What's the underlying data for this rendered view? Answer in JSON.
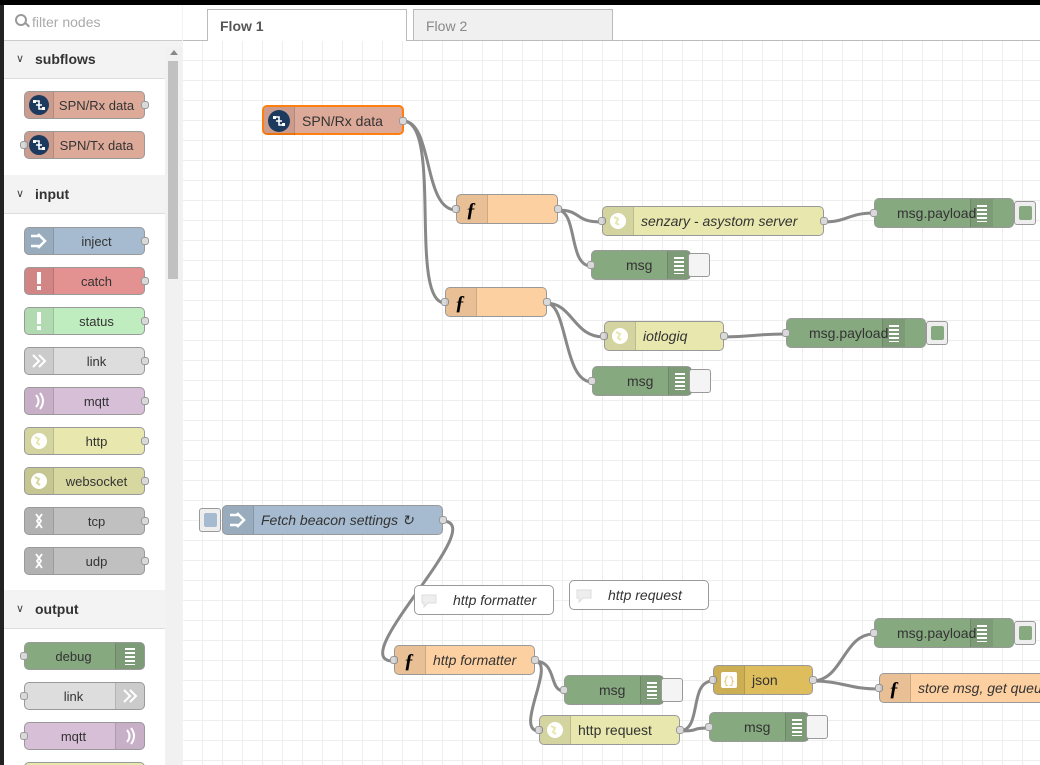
{
  "palette": {
    "filter_placeholder": "filter nodes",
    "categories": [
      {
        "title": "subflows",
        "nodes": [
          "SPN/Rx data",
          "SPN/Tx data"
        ]
      },
      {
        "title": "input",
        "nodes": [
          "inject",
          "catch",
          "status",
          "link",
          "mqtt",
          "http",
          "websocket",
          "tcp",
          "udp"
        ]
      },
      {
        "title": "output",
        "nodes": [
          "debug",
          "link",
          "mqtt"
        ]
      }
    ]
  },
  "tabs": [
    {
      "label": "Flow 1",
      "active": true
    },
    {
      "label": "Flow 2",
      "active": false
    }
  ],
  "flow": {
    "subflow_node": "SPN/Rx data",
    "function_1": "",
    "function_2": "",
    "http_senzary": "senzary - asystom server",
    "http_iotlogiq": "iotlogiq",
    "debug_payload_1": "msg.payload",
    "debug_payload_2": "msg.payload",
    "debug_msg_1": "msg",
    "debug_msg_2": "msg",
    "inject_label": "Fetch beacon settings ↻",
    "comment_formatter": "http formatter",
    "comment_request": "http request",
    "function_formatter": "http formatter",
    "debug_msg_3": "msg",
    "http_request": "http request",
    "json_label": "json",
    "debug_msg_4": "msg",
    "debug_payload_3": "msg.payload",
    "function_store": "store msg, get queue"
  },
  "colors": {
    "subflow": "#ddaa99",
    "function": "#fdd0a2",
    "http": "#e7e7ae",
    "debug": "#87a980",
    "inject": "#a6bbcf",
    "json": "#debd5c",
    "catch": "#e49191",
    "status": "#c0edc0",
    "link": "#dddddd",
    "mqtt": "#d8bfd8",
    "websocket": "#d7d7a0",
    "tcp_udp": "#c0c0c0",
    "selected": "#ff7f0e"
  }
}
